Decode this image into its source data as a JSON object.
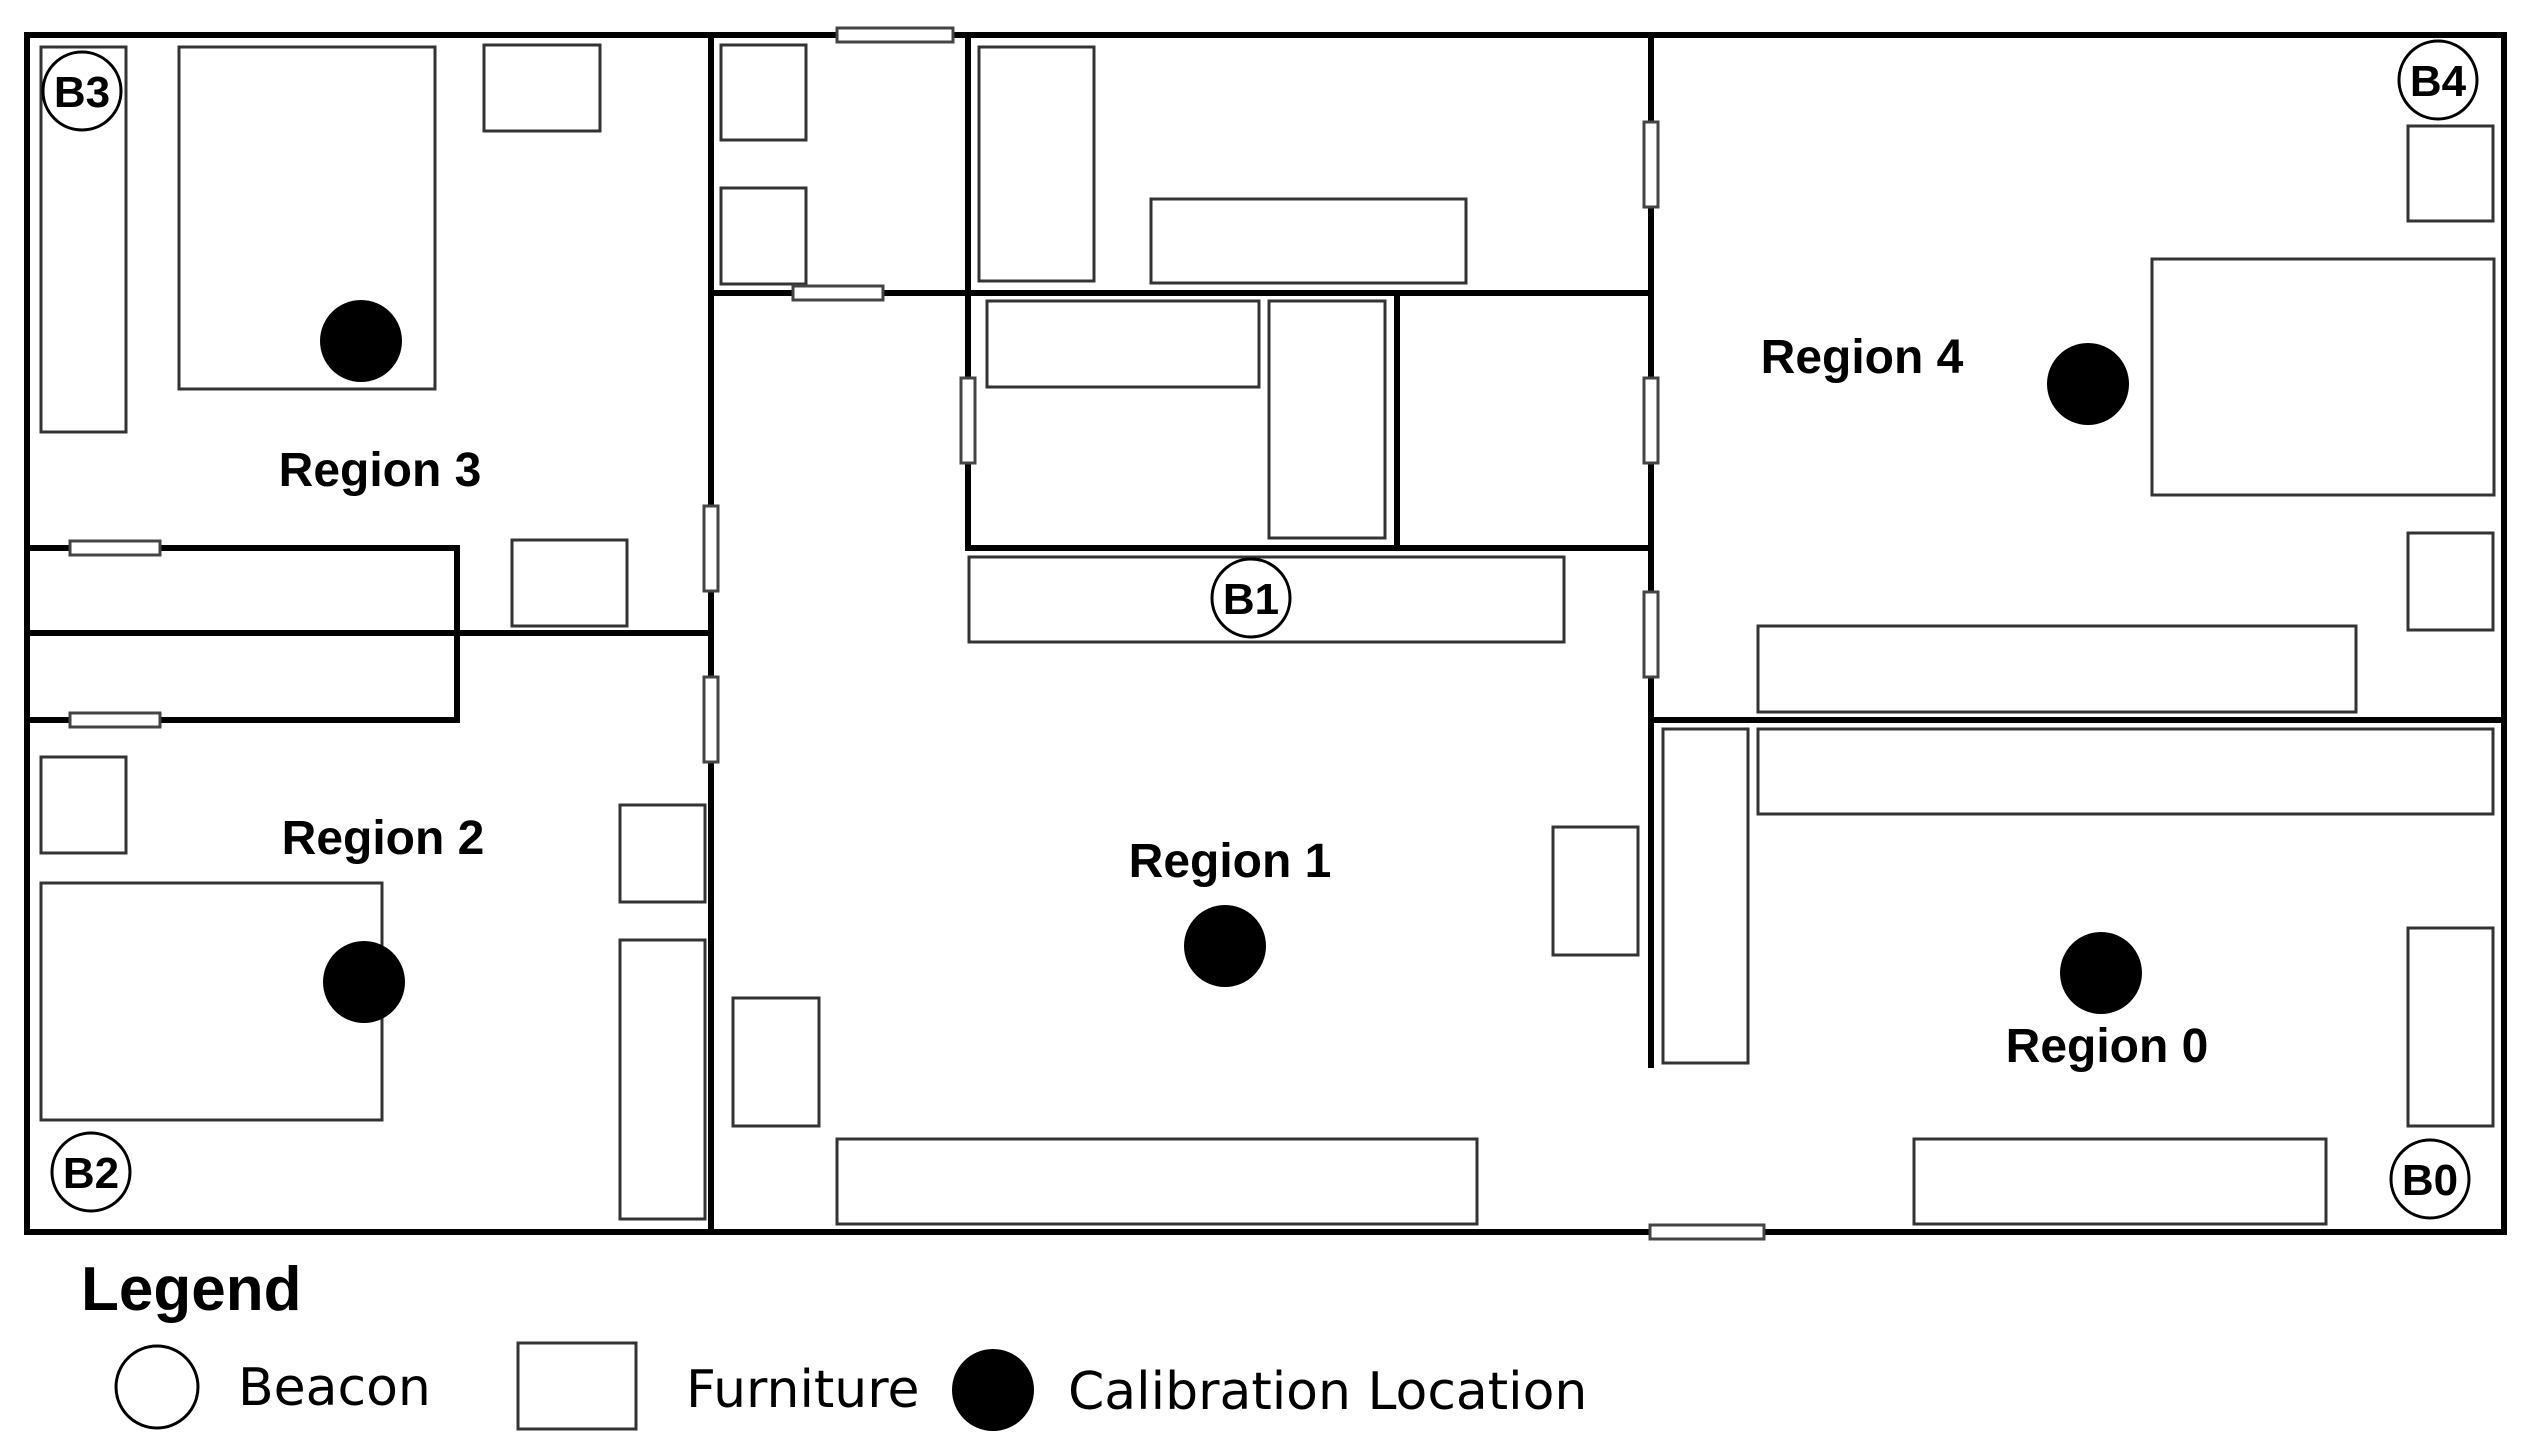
{
  "regions": [
    {
      "id": "region-0",
      "label": "Region 0"
    },
    {
      "id": "region-1",
      "label": "Region 1"
    },
    {
      "id": "region-2",
      "label": "Region 2"
    },
    {
      "id": "region-3",
      "label": "Region 3"
    },
    {
      "id": "region-4",
      "label": "Region 4"
    }
  ],
  "beacons": [
    {
      "id": "b0",
      "label": "B0"
    },
    {
      "id": "b1",
      "label": "B1"
    },
    {
      "id": "b2",
      "label": "B2"
    },
    {
      "id": "b3",
      "label": "B3"
    },
    {
      "id": "b4",
      "label": "B4"
    }
  ],
  "legend": {
    "title": "Legend",
    "beacon": "Beacon",
    "furniture": "Furniture",
    "calibration": "Calibration Location"
  },
  "colors": {
    "wall": "#000000",
    "calibration": "#000000",
    "background": "#ffffff"
  }
}
